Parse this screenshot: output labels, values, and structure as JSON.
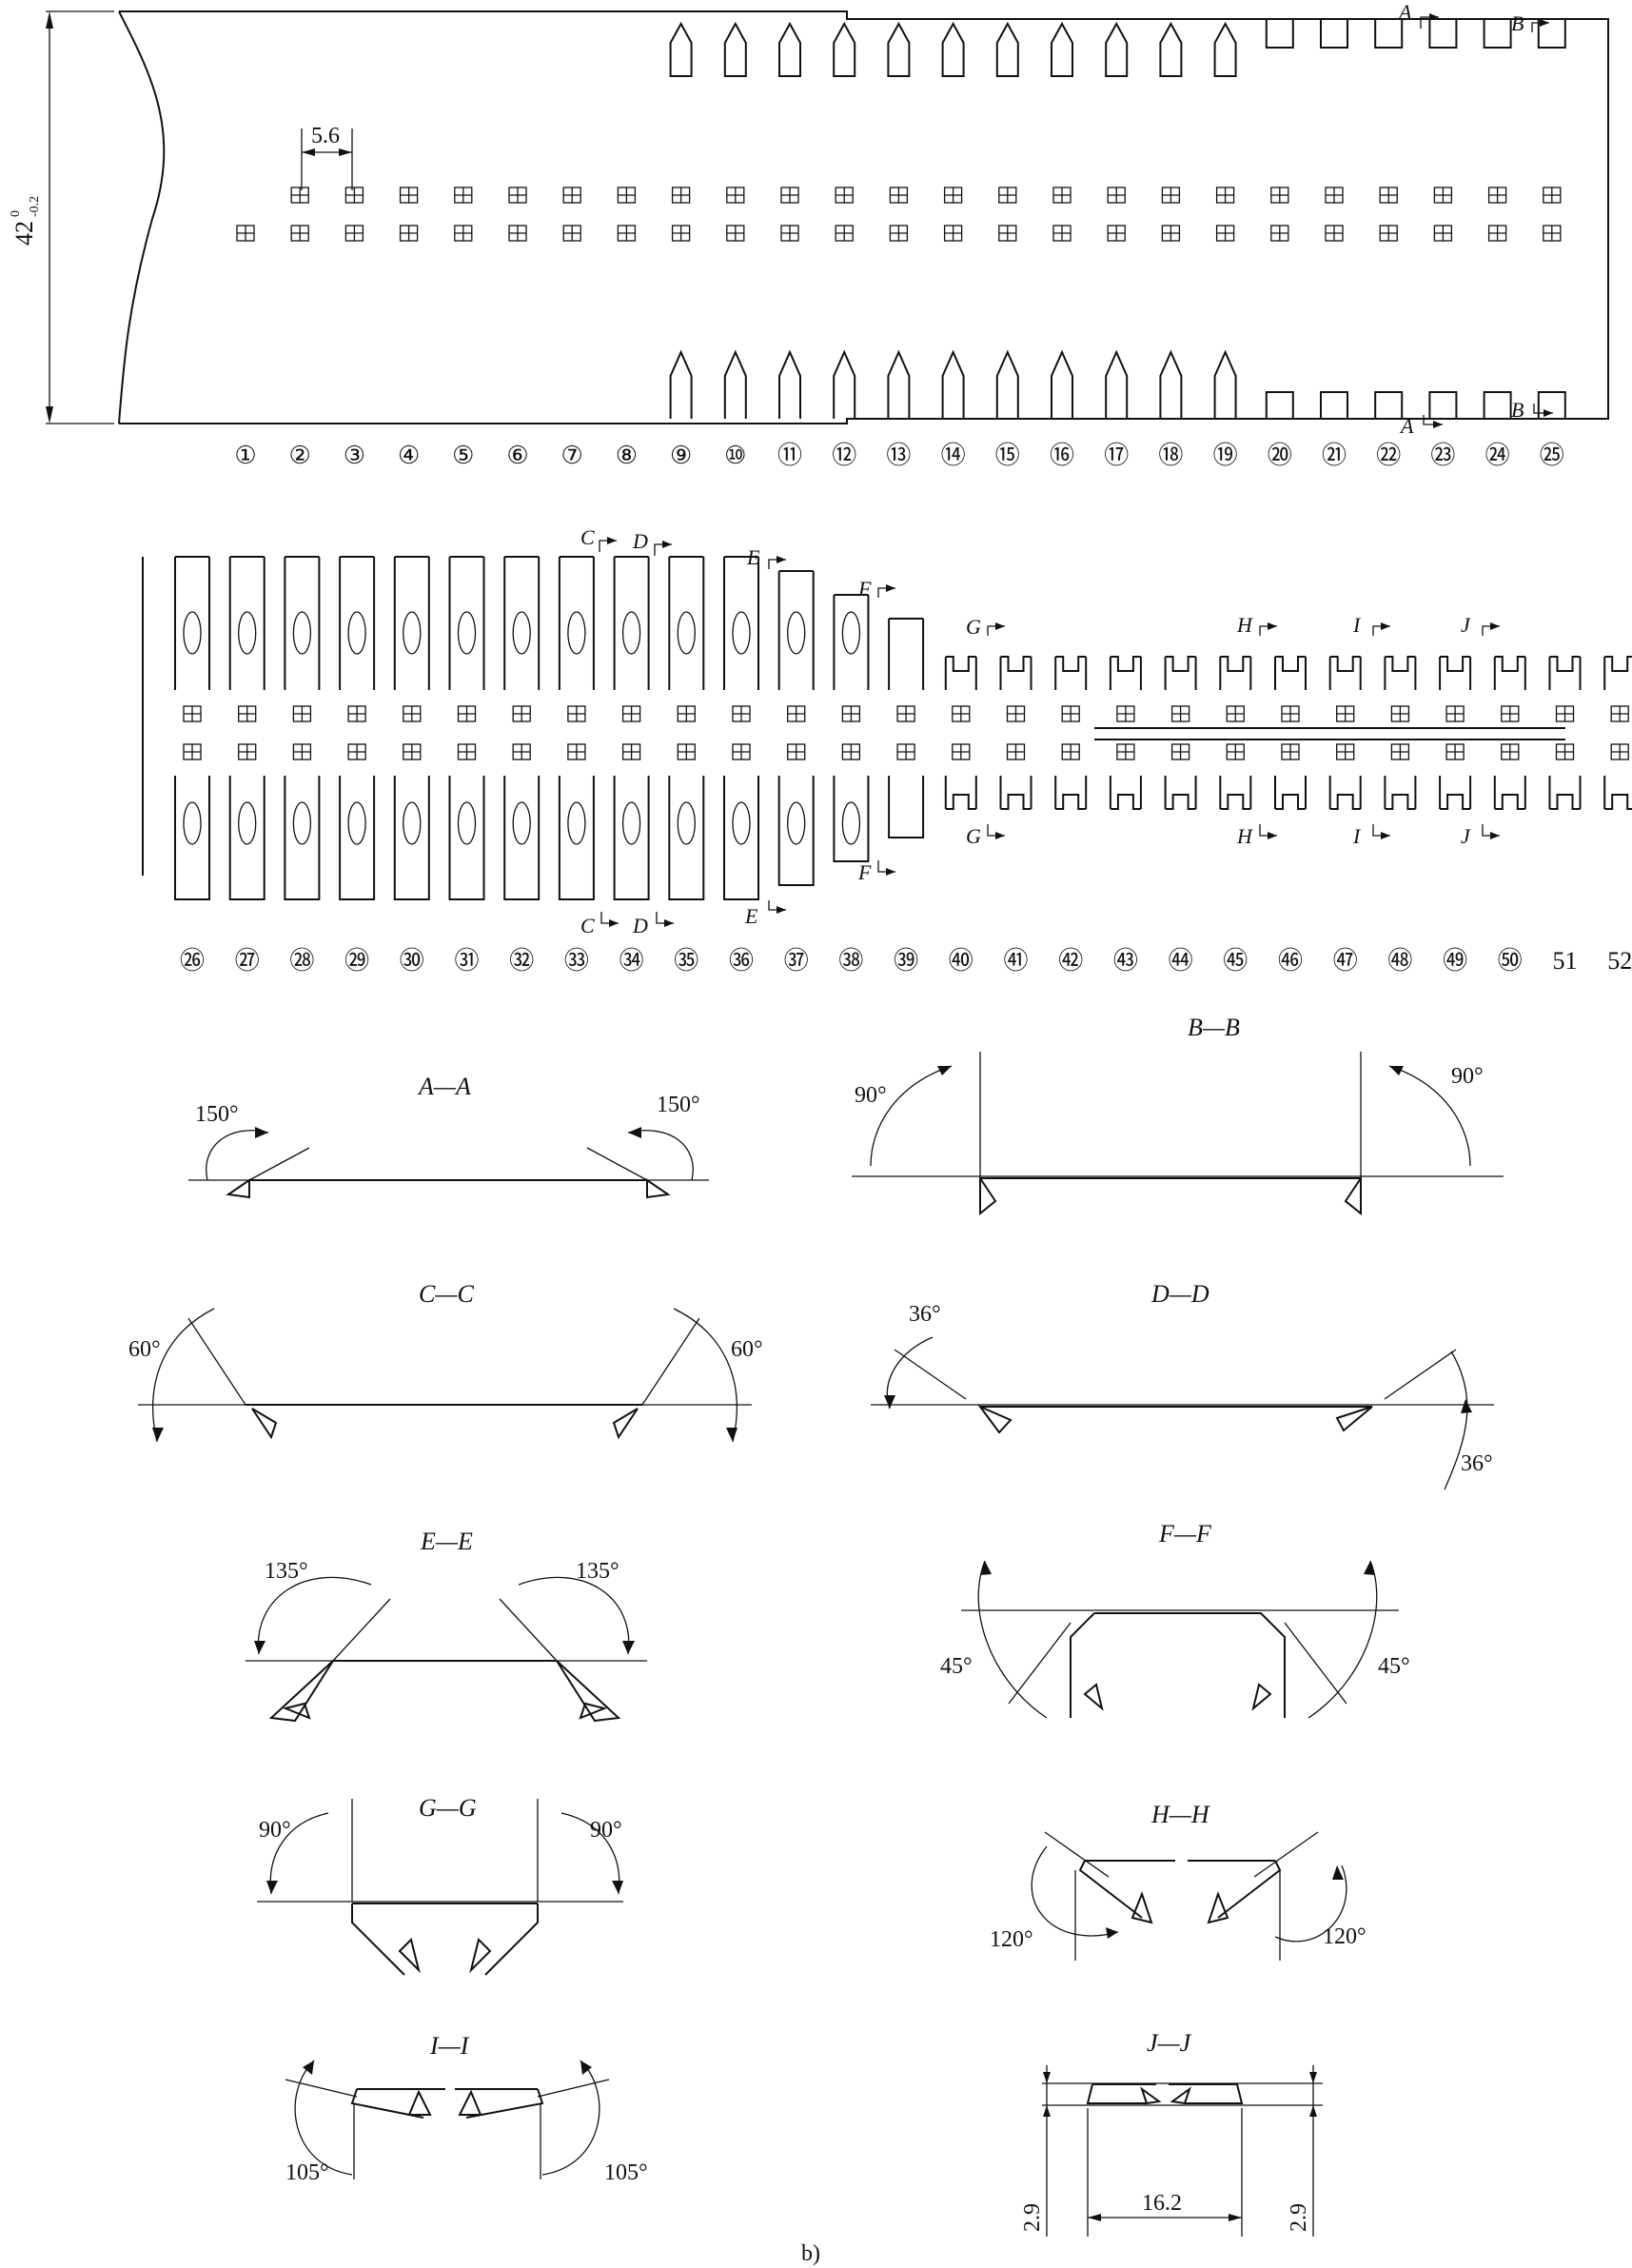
{
  "strip": {
    "width_dim": "42",
    "width_tol_upper": "0",
    "width_tol_lower": "-0.2",
    "pitch_dim": "5.6"
  },
  "stations_row1": [
    "①",
    "②",
    "③",
    "④",
    "⑤",
    "⑥",
    "⑦",
    "⑧",
    "⑨",
    "⑩",
    "⑪",
    "⑫",
    "⑬",
    "⑭",
    "⑮",
    "⑯",
    "⑰",
    "⑱",
    "⑲",
    "⑳",
    "㉑",
    "㉒",
    "㉓",
    "㉔",
    "㉕"
  ],
  "stations_row2": [
    "㉖",
    "㉗",
    "㉘",
    "㉙",
    "㉚",
    "㉛",
    "㉜",
    "㉝",
    "㉞",
    "㉟",
    "㊱",
    "㊲",
    "㊳",
    "㊴",
    "㊵",
    "㊶",
    "㊷",
    "㊸",
    "㊹",
    "㊺",
    "㊻",
    "㊼",
    "㊽",
    "㊾",
    "㊿",
    "51",
    "52"
  ],
  "section_marks": {
    "a": "A",
    "b": "B",
    "c": "C",
    "d": "D",
    "e": "E",
    "f": "F",
    "g": "G",
    "h": "H",
    "i": "I",
    "j": "J"
  },
  "sections": {
    "aa": {
      "title": "A—A",
      "angle": "150°"
    },
    "bb": {
      "title": "B—B",
      "angle": "90°"
    },
    "cc": {
      "title": "C—C",
      "angle": "60°"
    },
    "dd": {
      "title": "D—D",
      "angle": "36°"
    },
    "ee": {
      "title": "E—E",
      "angle": "135°"
    },
    "ff": {
      "title": "F—F",
      "angle": "45°"
    },
    "gg": {
      "title": "G—G",
      "angle": "90°"
    },
    "hh": {
      "title": "H—H",
      "angle": "120°"
    },
    "ii": {
      "title": "I—I",
      "angle": "105°"
    },
    "jj": {
      "title": "J—J",
      "height_dim": "2.9",
      "width_dim": "16.2"
    }
  },
  "caption": "b)"
}
